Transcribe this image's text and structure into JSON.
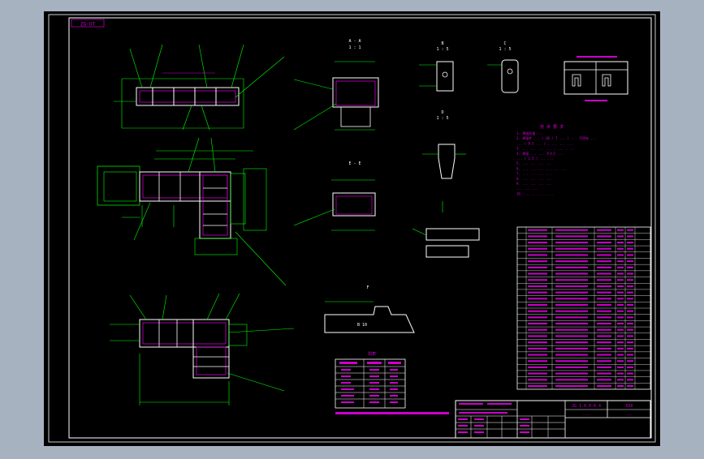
{
  "frame": {
    "corner_tag": "ZG-UT"
  },
  "views": {
    "a_label": "A - A",
    "a_scale": "1 : 1",
    "b_label": "B",
    "b_scale": "1 : 5",
    "c_label": "C",
    "c_scale": "1 : 5",
    "d_label": "D",
    "d_scale": "1 : 5",
    "e_label": "E - E",
    "f_label": "F",
    "f_mark": "B 10"
  },
  "notes": {
    "title": "技 术 要 求",
    "lines": [
      "1. 焊缝质量 ...",
      "2. 焊接件 ... ( GB / T ... ) ... 不得有 ...",
      "   ... ( 0.5 ... ) , ... ... ...",
      "3. ... ... ... ... , ... , ...",
      "4. 焊接 ... ... 不大于 ...",
      "   ... ( 1.5 ) ... ...",
      "5. ... ... ... ...",
      "6. ... ... ... ... ... ...",
      "7. ... ... ... ...",
      "8. ... ... ... ...",
      "9. ... ... ... ...",
      "   ... ... ...",
      "10. ... ... ... ..."
    ]
  },
  "small_table": {
    "title": "附表"
  },
  "title_block": {
    "drawing_no": "JG 1.0.0-0.4",
    "company": "XXX",
    "name": "...",
    "sheet": "..."
  }
}
